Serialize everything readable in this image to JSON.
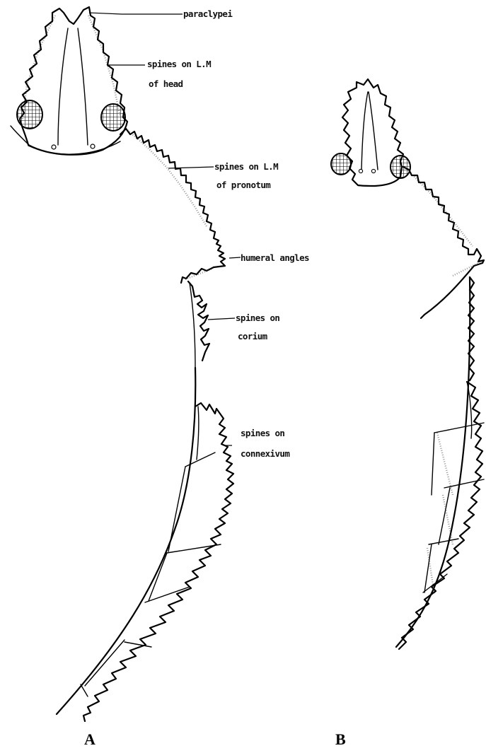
{
  "labels": {
    "paraclypei": "paraclypei",
    "spines_head_1": "spines on L.M",
    "spines_head_2": "of head",
    "spines_pronotum_1": "spines on L.M",
    "spines_pronotum_2": "of pronotum",
    "humeral_angles": "humeral angles",
    "spines_corium_1": "spines on",
    "spines_corium_2": "corium",
    "spines_connexivum_1": "spines on",
    "spines_connexivum_2": "connexivum"
  },
  "panels": {
    "a": "A",
    "b": "B"
  }
}
